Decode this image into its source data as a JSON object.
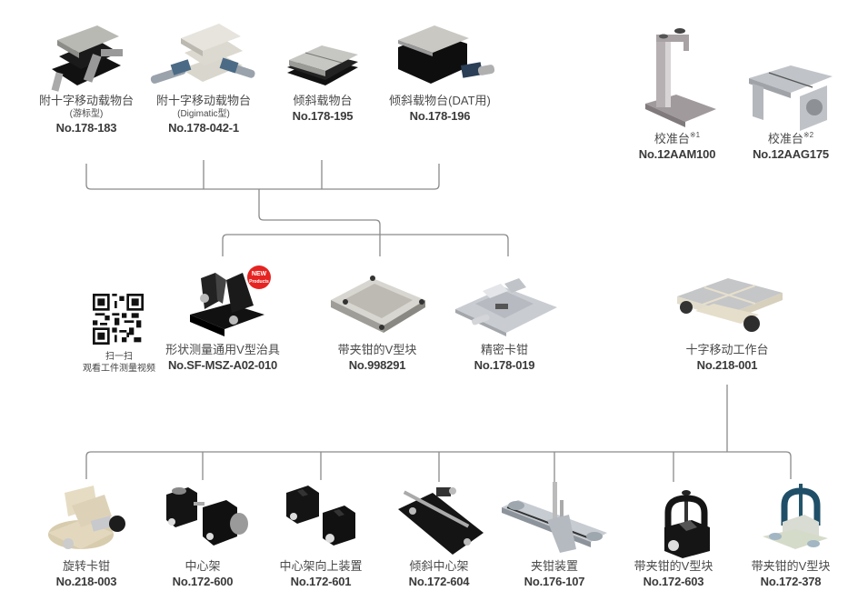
{
  "top_row": [
    {
      "name": "附十字移动载物台",
      "sub": "(游标型)",
      "code": "No.178-183",
      "icon": "xy-stage-vernier"
    },
    {
      "name": "附十字移动载物台",
      "sub": "(Digimatic型)",
      "code": "No.178-042-1",
      "icon": "xy-stage-digimatic"
    },
    {
      "name": "倾斜载物台",
      "sub": "",
      "code": "No.178-195",
      "icon": "tilting-stage"
    },
    {
      "name": "倾斜载物台(DAT用)",
      "sub": "",
      "code": "No.178-196",
      "icon": "tilting-stage-dat"
    }
  ],
  "calibration": [
    {
      "name": "校准台",
      "note": "※1",
      "code": "No.12AAM100",
      "icon": "calibration-stand"
    },
    {
      "name": "校准台",
      "note": "※2",
      "code": "No.12AAG175",
      "icon": "calibration-table"
    }
  ],
  "middle_row": [
    {
      "name": "形状测量通用V型治具",
      "code": "No.SF-MSZ-A02-010",
      "icon": "v-block-fixture",
      "badge": "NEW Products"
    },
    {
      "name": "带夹钳的V型块",
      "code": "No.998291",
      "icon": "v-block-clamp"
    },
    {
      "name": "精密卡钳",
      "code": "No.178-019",
      "icon": "precision-vise"
    }
  ],
  "xy_table": {
    "name": "十字移动工作台",
    "code": "No.218-001",
    "icon": "xy-table"
  },
  "qr": {
    "line1": "扫一扫",
    "line2": "观看工件测量视频"
  },
  "bottom_row": [
    {
      "name": "旋转卡钳",
      "code": "No.218-003",
      "icon": "swivel-vise"
    },
    {
      "name": "中心架",
      "code": "No.172-600",
      "icon": "center-support"
    },
    {
      "name": "中心架向上装置",
      "code": "No.172-601",
      "icon": "center-support-riser"
    },
    {
      "name": "倾斜中心架",
      "code": "No.172-604",
      "icon": "tilting-center-support"
    },
    {
      "name": "夹钳装置",
      "code": "No.176-107",
      "icon": "clamp-device"
    },
    {
      "name": "带夹钳的V型块",
      "code": "No.172-603",
      "icon": "v-block-clamp-black"
    },
    {
      "name": "带夹钳的V型块",
      "code": "No.172-378",
      "icon": "v-block-clamp-blue"
    }
  ],
  "colors": {
    "line": "#8a8a8a",
    "text": "#4a4a4a",
    "badge": "#e52421"
  }
}
